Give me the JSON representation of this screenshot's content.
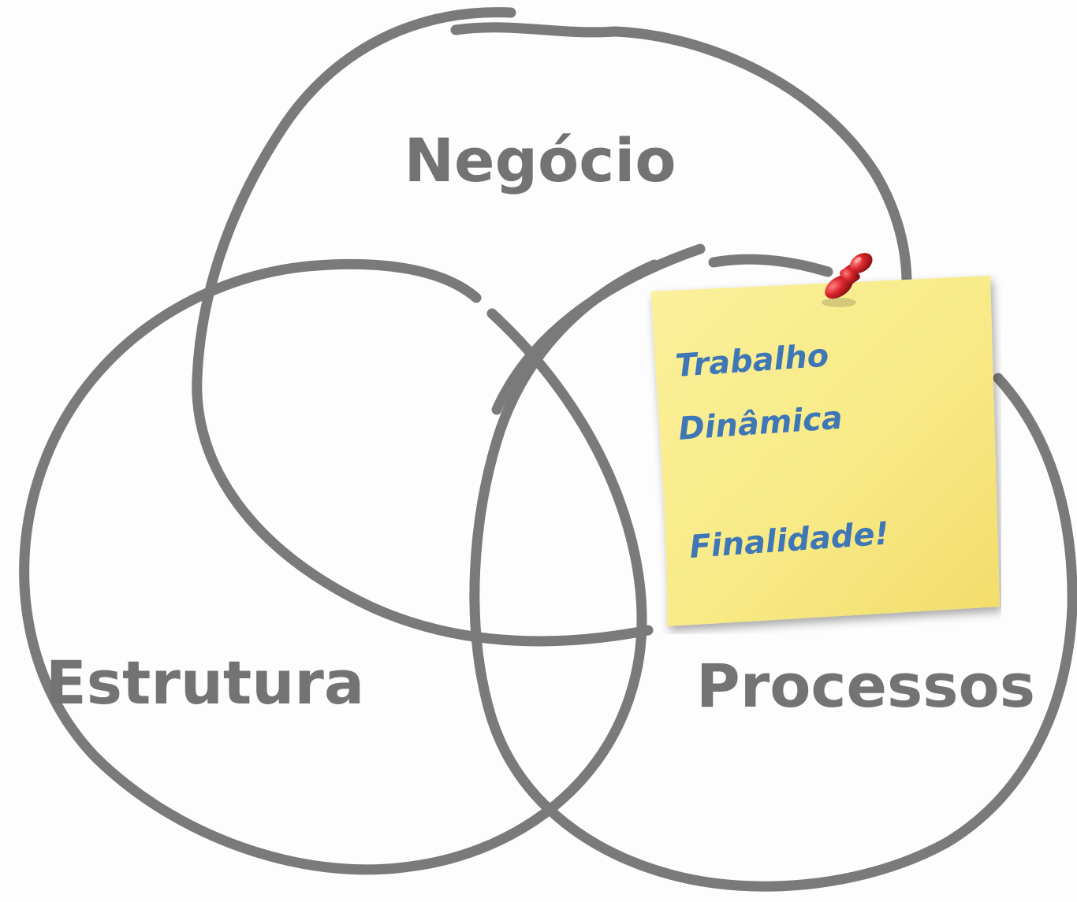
{
  "diagram": {
    "circles": [
      {
        "id": "negocio",
        "label": "Negócio"
      },
      {
        "id": "estrutura",
        "label": "Estrutura"
      },
      {
        "id": "processos",
        "label": "Processos"
      }
    ],
    "line_color": "#7a7a7a",
    "label_color": "#737373"
  },
  "sticky_note": {
    "lines": [
      "Trabalho",
      "Dinâmica",
      "Finalidade!"
    ],
    "paper_color": "#f8ea86",
    "text_color": "#3f76b5",
    "pin_color": "#d9262b"
  }
}
